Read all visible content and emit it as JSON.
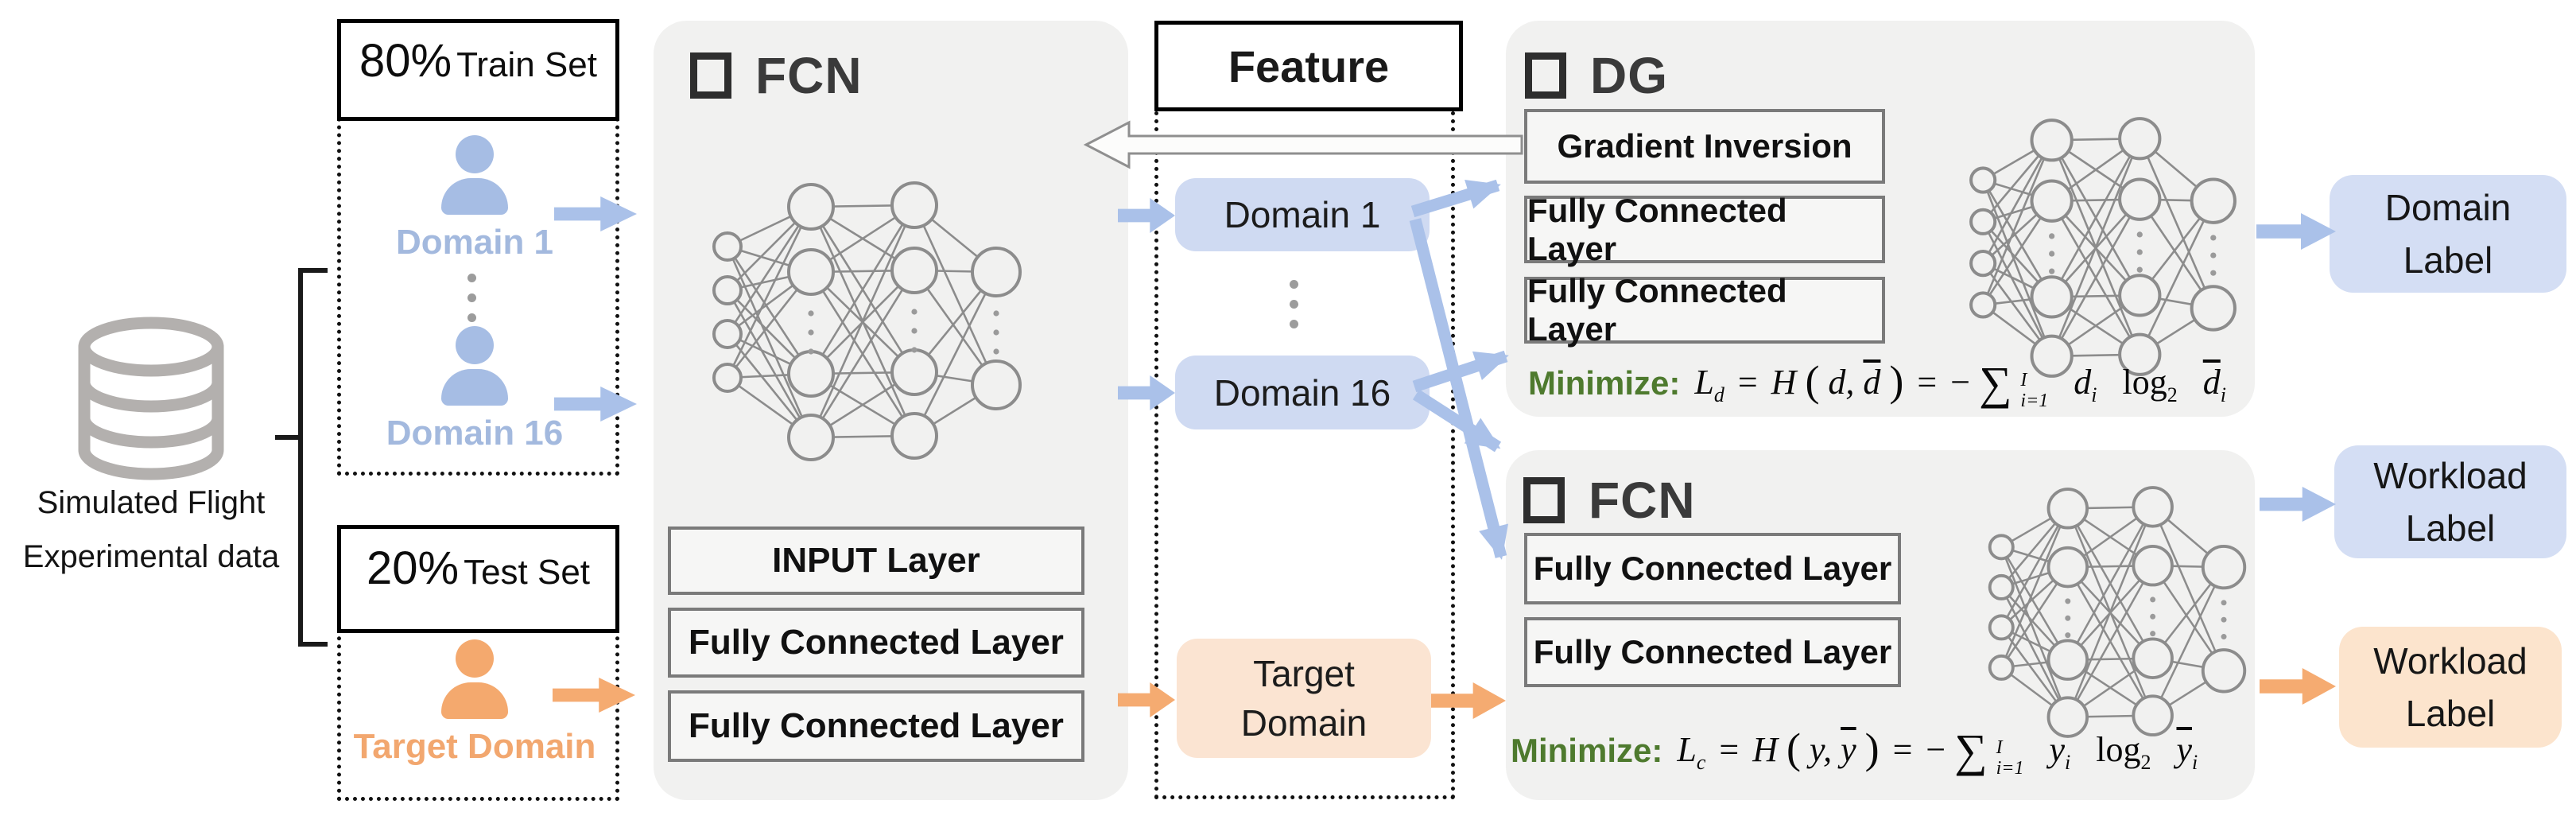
{
  "source": {
    "line1": "Simulated Flight",
    "line2": "Experimental data"
  },
  "train": {
    "pct": "80%",
    "set_label": "Train Set",
    "domain_top": "Domain 1",
    "domain_bottom": "Domain 16"
  },
  "test": {
    "pct": "20%",
    "set_label": "Test Set",
    "target_label": "Target Domain"
  },
  "fcn1": {
    "title": "FCN",
    "layers": [
      "INPUT Layer",
      "Fully Connected Layer",
      "Fully Connected Layer"
    ]
  },
  "feature": {
    "title": "Feature",
    "domain_top": "Domain 1",
    "domain_bottom": "Domain 16",
    "target_line1": "Target",
    "target_line2": "Domain"
  },
  "dg": {
    "title": "DG",
    "layers": [
      "Gradient Inversion",
      "Fully Connected Layer",
      "Fully Connected Layer"
    ],
    "minimize_label": "Minimize:",
    "formula": {
      "L": "L",
      "L_sub": "d",
      "eq": "=",
      "H": "H",
      "lp": "(",
      "arg1": "d",
      "comma": ",",
      "arg2": "d",
      "rp": ")",
      "eq2": "=",
      "minus": "−",
      "sum": "∑",
      "sum_sup": "I",
      "sum_sub": "i=1",
      "var1": "d",
      "var1_sub": "i",
      "log": "log",
      "log_sub": "2",
      "var2": "d",
      "var2_sub": "i"
    }
  },
  "fcn2": {
    "title": "FCN",
    "layers": [
      "Fully Connected Layer",
      "Fully Connected Layer"
    ],
    "minimize_label": "Minimize:",
    "formula": {
      "L": "L",
      "L_sub": "c",
      "eq": "=",
      "H": "H",
      "lp": "(",
      "arg1": "y",
      "comma": ",",
      "arg2": "y",
      "rp": ")",
      "eq2": "=",
      "minus": "−",
      "sum": "∑",
      "sum_sup": "I",
      "sum_sub": "i=1",
      "var1": "y",
      "var1_sub": "i",
      "log": "log",
      "log_sub": "2",
      "var2": "y",
      "var2_sub": "i"
    }
  },
  "outputs": {
    "domain_label": {
      "line1": "Domain",
      "line2": "Label"
    },
    "workload_source": {
      "line1": "Workload",
      "line2": "Label"
    },
    "workload_target": {
      "line1": "Workload",
      "line2": "Label"
    }
  },
  "icons": {
    "database-icon": "stacked-cylinder database",
    "person-icon": "head-and-shoulders user silhouette",
    "square-bullet-icon": "hollow square bullet",
    "block-arrow-icon": "solid right-pointing block arrow",
    "hollow-arrow-icon": "outlined left-pointing block arrow",
    "neural-network-icon": "fully connected network of circles"
  },
  "colors": {
    "panel_gray": "#f1f1f0",
    "source_blue": "#a6bde4",
    "source_orange": "#f4a96e",
    "arrow_blue": "#aac1e9",
    "arrow_orange": "#f5ab71",
    "feature_blue_fill": "#cfdaf2",
    "feature_orange_fill": "#fbe4d2",
    "label_blue_fill": "#d4def4",
    "label_orange_fill": "#fce4cd",
    "minimize_green": "#4e7a2e",
    "network_gray": "#8c8c8c",
    "database_gray": "#b3b0ae"
  }
}
